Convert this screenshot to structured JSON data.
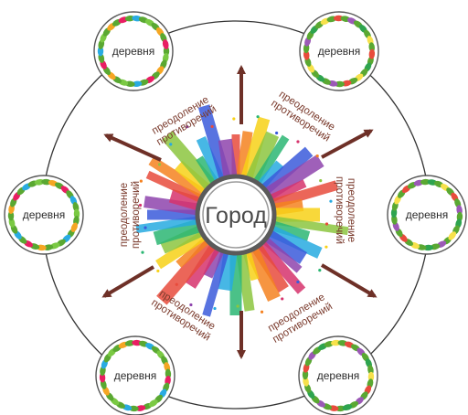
{
  "diagram": {
    "center_label": "Город",
    "village_label": "деревня",
    "label_line1": "преодоление",
    "label_line2": "противоречий",
    "colors": {
      "arrow": "#6e3027",
      "ring": "#333333",
      "center_ring": "#5a5a5a",
      "label_text": "#7a3a2c",
      "wreath_colors": [
        "#e84b3c",
        "#f5a623",
        "#f7e14b",
        "#7ac943",
        "#2ea44f",
        "#29abe2",
        "#9b59b6",
        "#e91e63"
      ],
      "ray_colors": [
        "#e84b3c",
        "#f58220",
        "#f7d117",
        "#8cc63f",
        "#2bb673",
        "#27aae1",
        "#3b5bdb",
        "#8e44ad",
        "#d6336c"
      ]
    },
    "villages": [
      {
        "id": "top-left",
        "label": "деревня"
      },
      {
        "id": "top-right",
        "label": "деревня"
      },
      {
        "id": "mid-left",
        "label": "деревня"
      },
      {
        "id": "mid-right",
        "label": "деревня"
      },
      {
        "id": "bottom-left",
        "label": "деревня"
      },
      {
        "id": "bottom-right",
        "label": "деревня"
      }
    ],
    "connections": [
      {
        "id": "up",
        "line1": "преодоление",
        "line2": "противоречий"
      },
      {
        "id": "up-left",
        "line1": "преодоление",
        "line2": "противоречий"
      },
      {
        "id": "up-right",
        "line1": "преодоление",
        "line2": "противоречий"
      },
      {
        "id": "down-left",
        "line1": "преодоление",
        "line2": "противоречий"
      },
      {
        "id": "down",
        "line1": "",
        "line2": ""
      },
      {
        "id": "down-right",
        "line1": "преодоление",
        "line2": "противоречий"
      }
    ]
  }
}
